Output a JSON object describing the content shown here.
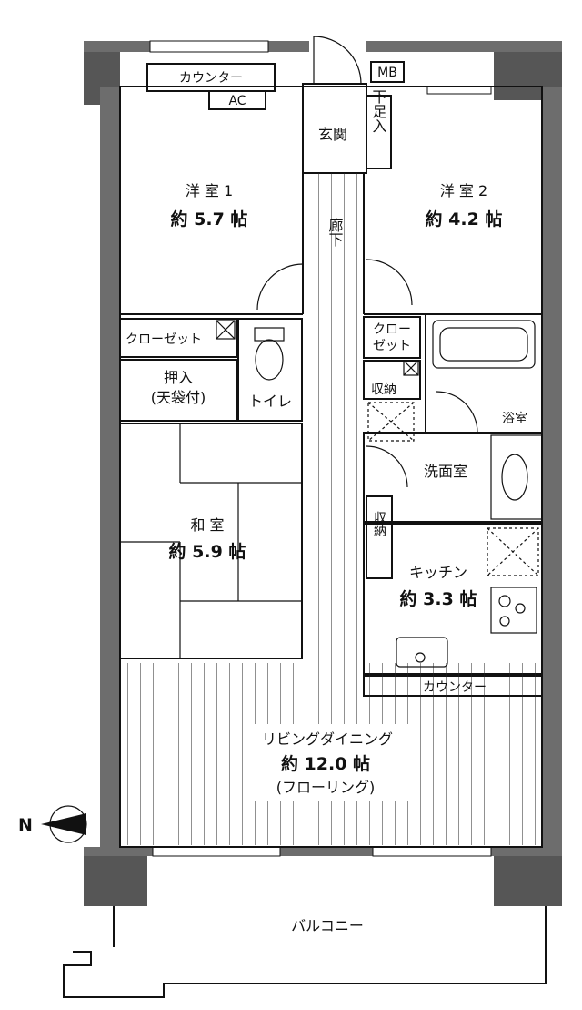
{
  "rooms": {
    "western1": {
      "name": "洋 室 1",
      "size": "約 5.7 帖"
    },
    "western2": {
      "name": "洋 室 2",
      "size": "約 4.2 帖"
    },
    "japanese": {
      "name": "和 室",
      "size": "約 5.9 帖"
    },
    "kitchen": {
      "name": "キッチン",
      "size": "約 3.3 帖"
    },
    "living": {
      "name": "リビングダイニング",
      "size": "約 12.0 帖",
      "note": "(フローリング)"
    },
    "balcony": {
      "name": "バルコニー"
    }
  },
  "labels": {
    "counter_top": "カウンター",
    "ac": "AC",
    "mb": "MB",
    "entrance": "玄関",
    "shoe_storage": "下足入",
    "hallway": "廊下",
    "closet_left": "クローゼット",
    "closet_right_1": "クロー",
    "closet_right_2": "ゼット",
    "oshiire_1": "押入",
    "oshiire_2": "(天袋付)",
    "toilet": "トイレ",
    "storage_1": "収納",
    "storage_2": "収納",
    "bathroom": "浴室",
    "washroom": "洗面室",
    "counter_kitchen": "カウンター"
  },
  "compass": {
    "north_label": "N"
  }
}
